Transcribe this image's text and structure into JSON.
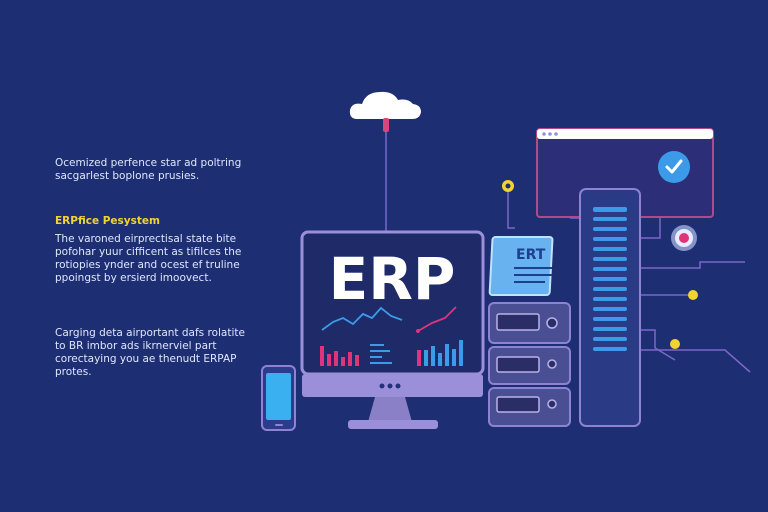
{
  "left_text": {
    "intro": "Ocemized perfence star ad poltring\nsacgarlest boplone prusies.",
    "heading": "ERPfice Pesystem",
    "paragraph_1": "The varoned eirprectisal state bite\npofohar yuur cifficent as tifilces the\nrotiopies ynder and ocest ef truline\nppoingst by ersierd imoovect.",
    "paragraph_2": "Carging deta airportant dafs rolatite\nto BR imbor ads ikrnerviel part\ncorectaying you ae thenudt ERPAP\nprotes."
  },
  "monitor": {
    "brand": "ERP"
  },
  "document": {
    "label": "ERT"
  },
  "icons": {
    "cloud": "cloud-icon",
    "check": "check-icon",
    "record": "record-icon"
  },
  "colors": {
    "background": "#1d2f72",
    "accent_yellow": "#f2d431",
    "accent_blue": "#3c9be8",
    "accent_pink": "#e0337a",
    "frame_purple": "#9b8fd9"
  }
}
